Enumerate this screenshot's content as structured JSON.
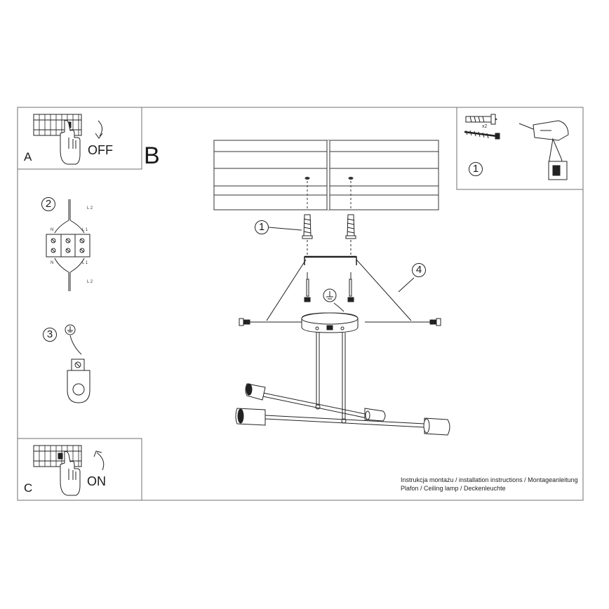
{
  "steps": {
    "a": {
      "letter": "A",
      "switch_label": "OFF"
    },
    "b": {
      "letter": "B"
    },
    "c": {
      "letter": "C",
      "switch_label": "ON"
    }
  },
  "callouts": {
    "n1_tools": "1",
    "n1_plugs": "1",
    "n2_wiring": "2",
    "n3_ground": "3",
    "n4_screws": "4"
  },
  "tools": {
    "quantity": "x2"
  },
  "wiring": {
    "n_top": "N",
    "n_bottom": "N",
    "l1_top": "L 1",
    "l1_bottom": "L 1",
    "l2_top": "L 2",
    "l2_bottom": "L 2"
  },
  "footer": {
    "line1": "Instrukcja montażu / installation instructions / Montageanleitung",
    "line2": "Plafon / Ceiling lamp / Deckenleuchte"
  }
}
